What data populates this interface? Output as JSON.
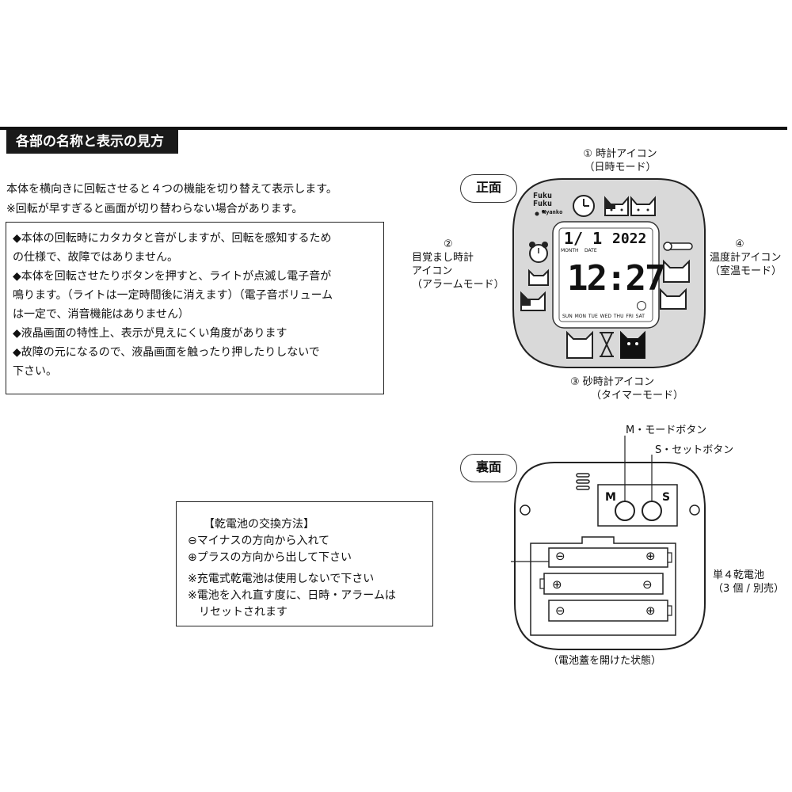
{
  "section": {
    "title": "各部の名称と表示の見方"
  },
  "intro": {
    "line1": "本体を横向きに回転させると４つの機能を切り替えて表示します。",
    "line2": "※回転が早すぎると画面が切り替わらない場合があります。"
  },
  "notes": [
    "◆本体の回転時にカタカタと音がしますが、回転を感知するため",
    "の仕様で、故障ではありません。",
    "◆本体を回転させたりボタンを押すと、ライトが点滅し電子音が",
    "鳴ります。（ライトは一定時間後に消えます）（電子音ボリューム",
    "は一定で、消音機能はありません）",
    "◆液晶画面の特性上、表示が見えにくい角度があります",
    "◆故障の元になるので、液晶画面を触ったり押したりしないで",
    "下さい。"
  ],
  "front": {
    "pill": "正面",
    "brand": [
      "Fuku",
      "Fuku",
      "Nyanko"
    ],
    "lcd": {
      "date": "1/ 1",
      "year": "2022",
      "month_label": "MONTH",
      "date_label": "DATE",
      "time": "12:27",
      "weekdays": "SUN MON TUE WED THU FRI SAT"
    },
    "labels": {
      "clock": {
        "num": "①",
        "l1": "時計アイコン",
        "l2": "（日時モード）"
      },
      "alarm": {
        "num": "②",
        "l1": "目覚まし時計",
        "l2": "アイコン",
        "l3": "（アラームモード）"
      },
      "timer": {
        "num": "③",
        "l1": "砂時計アイコン",
        "l2": "（タイマーモード）"
      },
      "thermo": {
        "num": "④",
        "l1": "温度計アイコン",
        "l2": "（室温モード）"
      }
    }
  },
  "back": {
    "pill": "裏面",
    "m_button": "M・モードボタン",
    "s_button": "S・セットボタン",
    "m_letter": "M",
    "s_letter": "S",
    "battery_label_1": "単４乾電池",
    "battery_label_2": "（3 個 / 別売）",
    "caption": "（電池蓋を開けた状態）",
    "plus": "⊕",
    "minus": "⊖"
  },
  "battery_box": {
    "title": "【乾電池の交換方法】",
    "lines": [
      "⊖マイナスの方向から入れて",
      "⊕プラスの方向から出して下さい",
      "※充電式乾電池は使用しないで下さい",
      "※電池を入れ直す度に、日時・アラームは",
      "　リセットされます"
    ]
  }
}
